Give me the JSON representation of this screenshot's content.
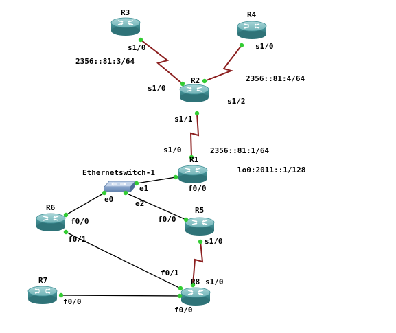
{
  "colors": {
    "background": "#ffffff",
    "router_body": "#3f8f95",
    "router_top": "#8ec5c8",
    "switch_body": "#7f9cc4",
    "serial_link": "#8b1e1e",
    "ethernet_link": "#000000",
    "port_dot": "#33cc33"
  },
  "devices": {
    "r3": {
      "name": "R3",
      "icon": "router-icon"
    },
    "r4": {
      "name": "R4",
      "icon": "router-icon"
    },
    "r2": {
      "name": "R2",
      "icon": "router-icon"
    },
    "r1": {
      "name": "R1",
      "icon": "router-icon"
    },
    "sw": {
      "name": "Ethernetswitch-1",
      "icon": "ethernet-switch-icon"
    },
    "r6": {
      "name": "R6",
      "icon": "router-icon"
    },
    "r5": {
      "name": "R5",
      "icon": "router-icon"
    },
    "r7": {
      "name": "R7",
      "icon": "router-icon"
    },
    "r8": {
      "name": "R8",
      "icon": "router-icon"
    }
  },
  "links": [
    {
      "id": "r3-r2",
      "type": "serial",
      "a_port": "s1/0",
      "b_port": "s1/0"
    },
    {
      "id": "r4-r2",
      "type": "serial",
      "a_port": "s1/0",
      "b_port": "s1/2"
    },
    {
      "id": "r2-r1",
      "type": "serial",
      "a_port": "s1/1",
      "b_port": "s1/0"
    },
    {
      "id": "r1-sw",
      "type": "ethernet",
      "a_port": "f0/0",
      "b_port": "e1"
    },
    {
      "id": "sw-r6",
      "type": "ethernet",
      "a_port": "e0",
      "b_port": "f0/0"
    },
    {
      "id": "sw-r5",
      "type": "ethernet",
      "a_port": "e2",
      "b_port": "f0/0"
    },
    {
      "id": "r5-r8",
      "type": "serial",
      "a_port": "s1/0",
      "b_port": "s1/0"
    },
    {
      "id": "r6-r8",
      "type": "ethernet",
      "a_port": "f0/1",
      "b_port": "f0/1"
    },
    {
      "id": "r7-r8",
      "type": "ethernet",
      "a_port": "f0/0",
      "b_port": "f0/0"
    }
  ],
  "labels": {
    "r3_s10": "s1/0",
    "r4_s10": "s1/0",
    "r2_s10": "s1/0",
    "r2_s12": "s1/2",
    "r2_s11": "s1/1",
    "r1_s10": "s1/0",
    "r1_f00": "f0/0",
    "sw_e1": "e1",
    "sw_e0": "e0",
    "sw_e2": "e2",
    "r6_f00": "f0/0",
    "r6_f01": "f0/1",
    "r5_f00": "f0/0",
    "r5_s10": "s1/0",
    "r8_f01": "f0/1",
    "r8_s10": "s1/0",
    "r8_f00": "f0/0",
    "r7_f00": "f0/0"
  },
  "addresses": {
    "r3_addr": "2356::81:3/64",
    "r4_addr": "2356::81:4/64",
    "r1_addr": "2356::81:1/64",
    "r1_loopback": "lo0:2011::1/128"
  }
}
